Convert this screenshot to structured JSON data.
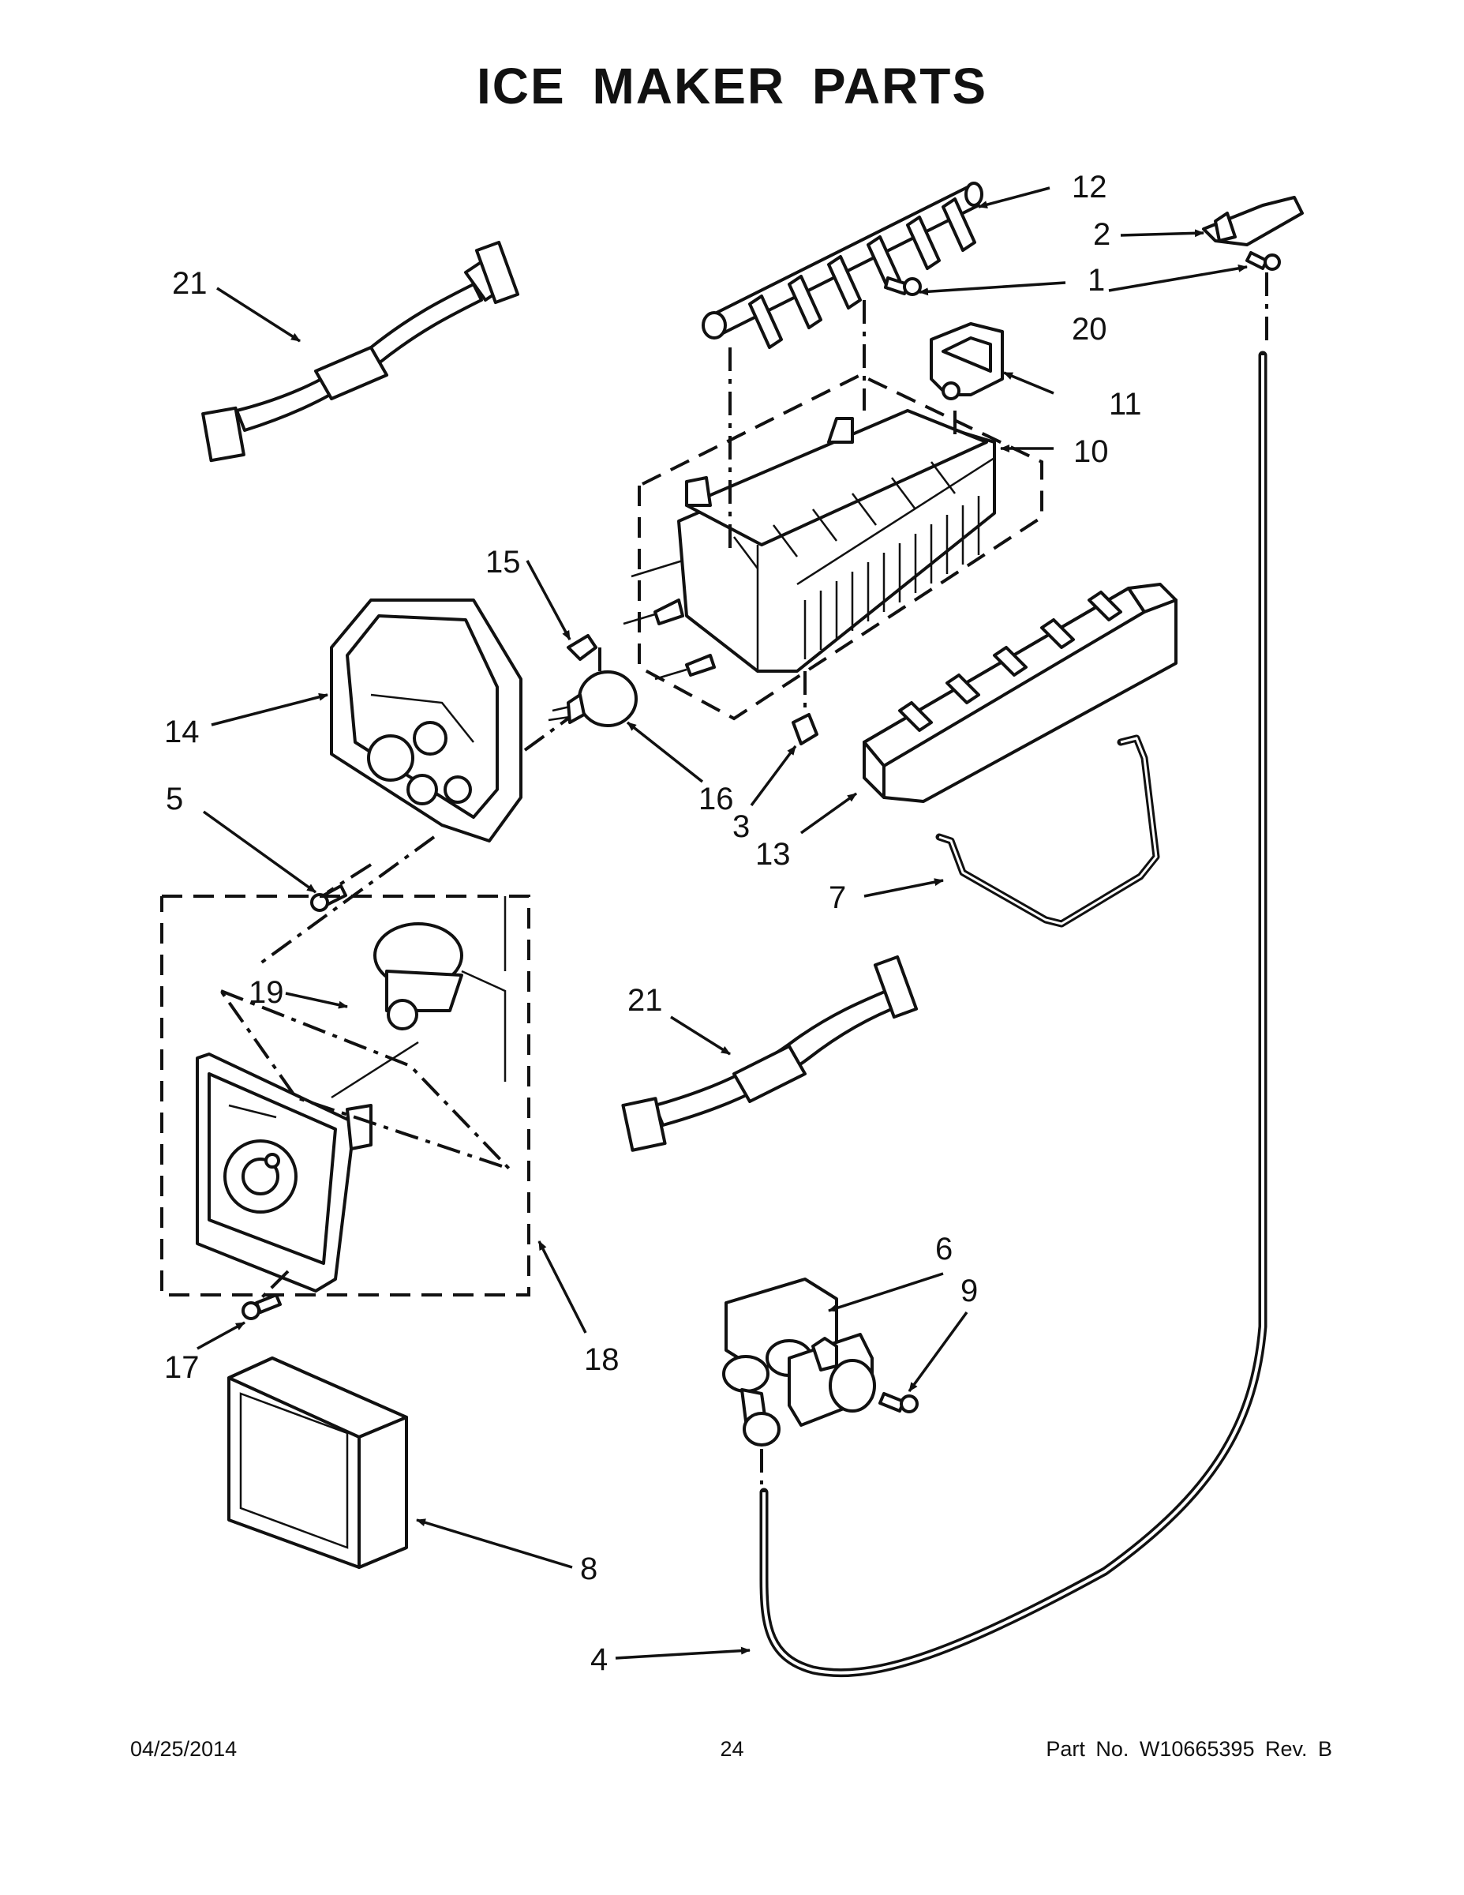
{
  "title": "ICE MAKER PARTS",
  "callouts": {
    "p1": "1",
    "p2": "2",
    "p3": "3",
    "p4": "4",
    "p5": "5",
    "p6": "6",
    "p7": "7",
    "p8": "8",
    "p9": "9",
    "p10": "10",
    "p11": "11",
    "p12": "12",
    "p13": "13",
    "p14": "14",
    "p15": "15",
    "p16": "16",
    "p17": "17",
    "p18": "18",
    "p19": "19",
    "p20": "20",
    "p21a": "21",
    "p21b": "21"
  },
  "footer": {
    "date": "04/25/2014",
    "page": "24",
    "part_number": "Part No.  W10665395  Rev.  B"
  }
}
